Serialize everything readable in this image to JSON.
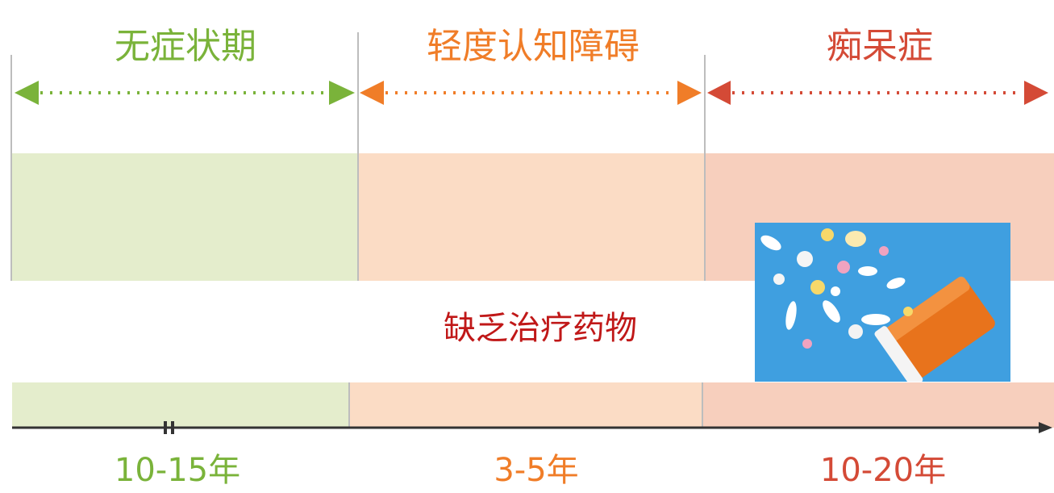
{
  "stages": [
    {
      "id": "asymptomatic",
      "title": "无症状期",
      "duration": "10-15年",
      "color": "#7ab33a",
      "band_color": "#e4edcc"
    },
    {
      "id": "mci",
      "title": "轻度认知障碍",
      "duration": "3-5年",
      "color": "#f07d28",
      "band_color": "#fbdcc5"
    },
    {
      "id": "dementia",
      "title": "痴呆症",
      "duration": "10-20年",
      "color": "#d44a36",
      "band_color": "#f7cfbd"
    }
  ],
  "note": {
    "text": "缺乏治疗药物",
    "color": "#c01818"
  },
  "colors": {
    "divider": "#bdbdbd",
    "axis": "#333333",
    "photo_bg": "#3f9fe0"
  },
  "icons": {
    "photo": "pill-bottle-photo"
  }
}
